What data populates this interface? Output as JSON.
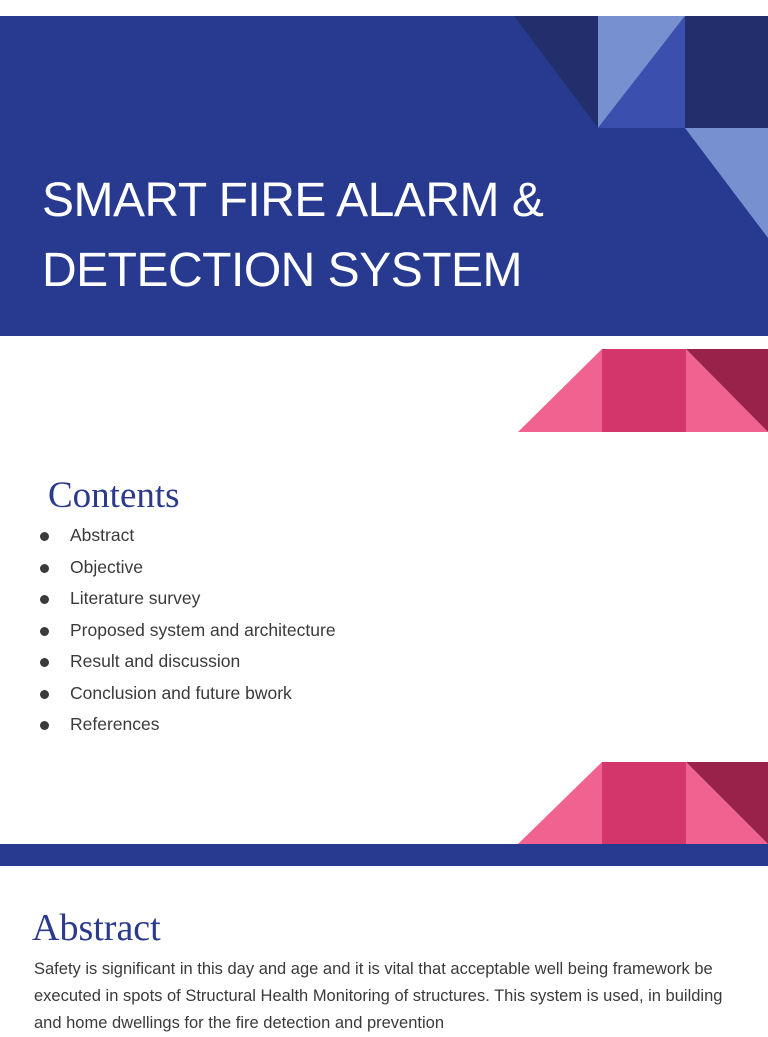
{
  "title": "SMART FIRE ALARM & DETECTION SYSTEM",
  "contents": {
    "heading": "Contents",
    "items": [
      "Abstract",
      "Objective",
      "Literature survey",
      "Proposed system and architecture",
      "Result and discussion",
      "Conclusion and future bwork",
      "References"
    ]
  },
  "abstract": {
    "heading": "Abstract",
    "text": "Safety is significant in this day and age and it is vital that acceptable well being framework be executed in spots of Structural Health Monitoring of structures. This system is used, in building and home dwellings for the fire detection and prevention"
  },
  "colors": {
    "navy": "#283a8f",
    "dark_navy": "#222f6c",
    "light_blue": "#7690d0",
    "mid_blue": "#3a4fae",
    "pink": "#f0628f",
    "magenta": "#d3366a",
    "wine": "#98224a",
    "heading_blue": "#2b3a8c"
  }
}
